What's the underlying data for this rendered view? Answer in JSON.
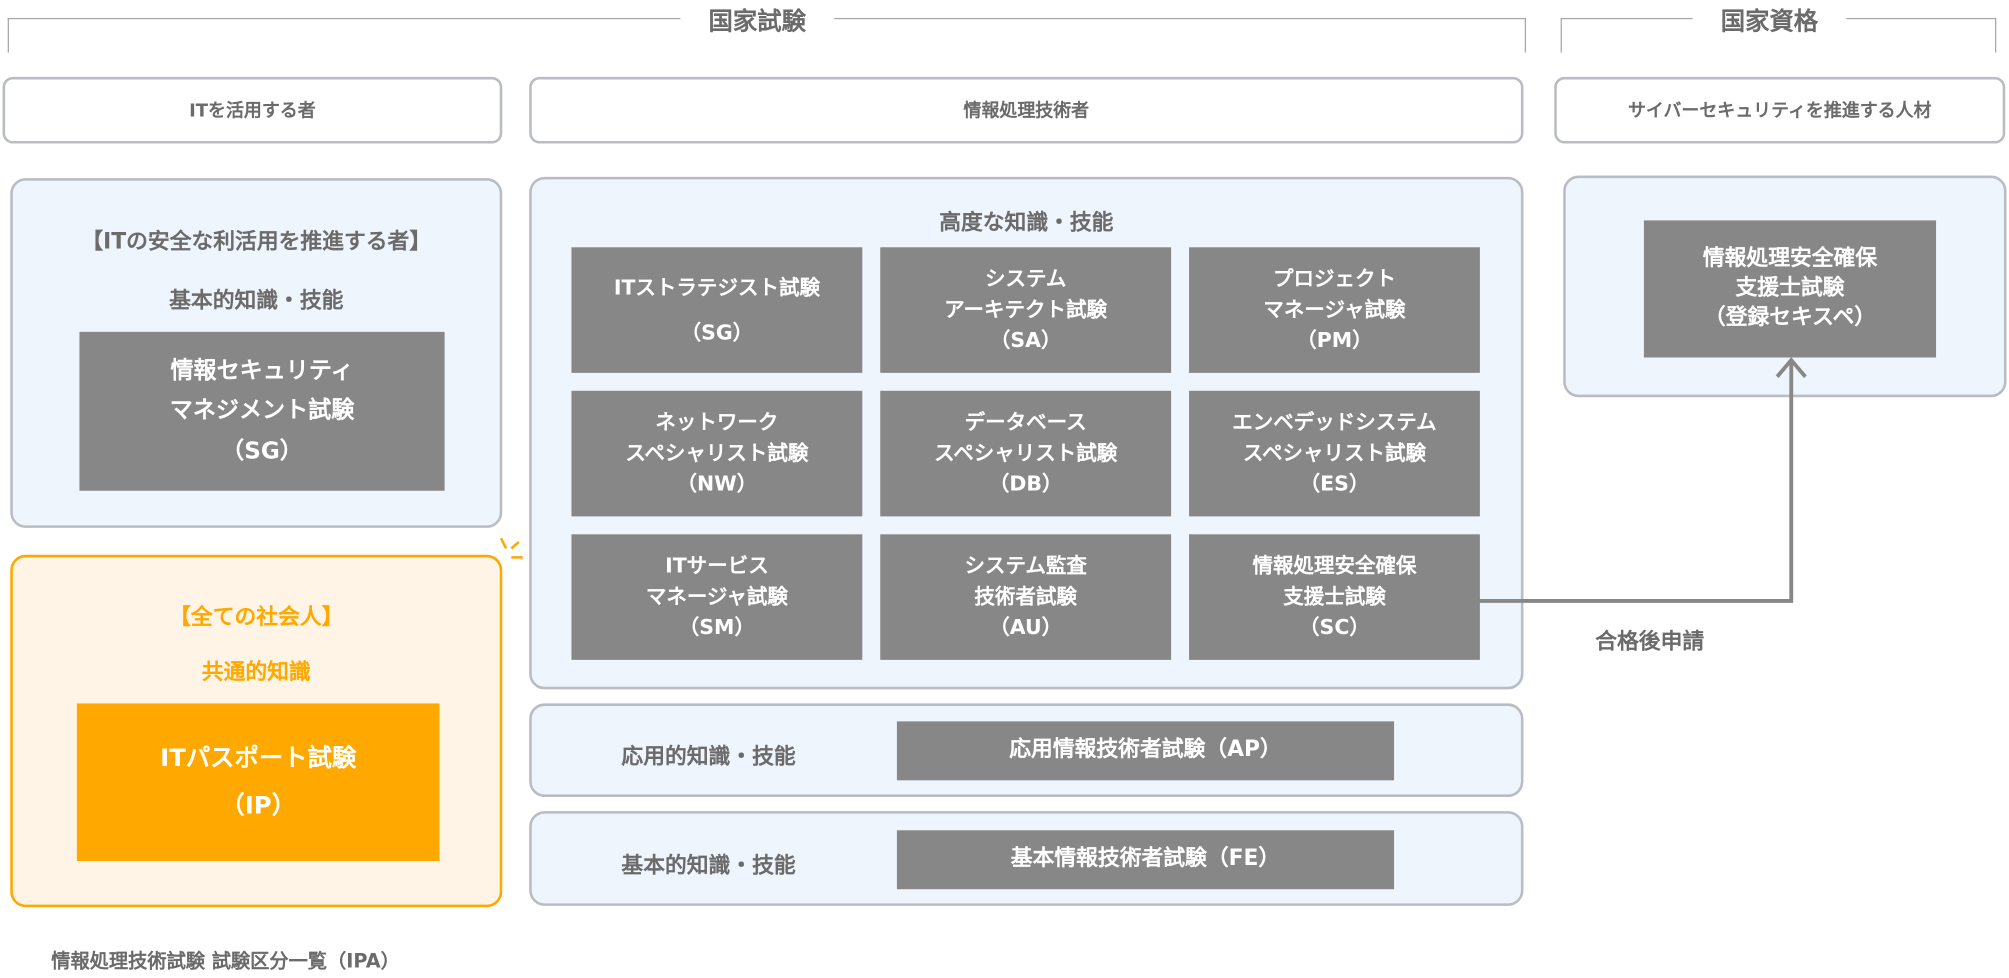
{
  "brackets": {
    "national_exam": "国家試験",
    "national_qualification": "国家資格"
  },
  "headers": [
    "ITを活用する者",
    "情報処理技術者",
    "サイバーセキュリティを推進する人材"
  ],
  "it_users": {
    "title": "【ITの安全な利活用を推進する者】",
    "subtitle": "基本的知識・技能",
    "exam": [
      "情報セキュリティ",
      "マネジメント試験",
      "（SG）"
    ]
  },
  "all_workers": {
    "title": "【全ての社会人】",
    "subtitle": "共通的知識",
    "exam": [
      "ITパスポート試験",
      "（IP）"
    ]
  },
  "advanced": {
    "title": "高度な知識・技能",
    "exams": [
      [
        "ITストラテジスト試験",
        "（SG）"
      ],
      [
        "システム",
        "アーキテクト試験",
        "（SA）"
      ],
      [
        "プロジェクト",
        "マネージャ試験",
        "（PM）"
      ],
      [
        "ネットワーク",
        "スペシャリスト試験",
        "（NW）"
      ],
      [
        "データベース",
        "スペシャリスト試験",
        "（DB）"
      ],
      [
        "エンベデッドシステム",
        "スペシャリスト試験",
        "（ES）"
      ],
      [
        "ITサービス",
        "マネージャ試験",
        "（SM）"
      ],
      [
        "システム監査",
        "技術者試験",
        "（AU）"
      ],
      [
        "情報処理安全確保",
        "支援士試験",
        "（SC）"
      ]
    ]
  },
  "applied": {
    "label": "応用的知識・技能",
    "exam": "応用情報技術者試験（AP）"
  },
  "fundamental": {
    "label": "基本的知識・技能",
    "exam": "基本情報技術者試験（FE）"
  },
  "qualification": {
    "exam": [
      "情報処理安全確保",
      "支援士試験",
      "（登録セキスペ）"
    ]
  },
  "arrow_label": "合格後申請",
  "caption": "情報処理技術試験 試験区分一覧（IPA）",
  "colors": {
    "gray_box": "#878787",
    "panel_bg": "#eef5fd",
    "border": "#b9bcc3",
    "orange": "#ffa800",
    "orange_bg": "#fff4e5",
    "text": "#6b6b6b"
  }
}
